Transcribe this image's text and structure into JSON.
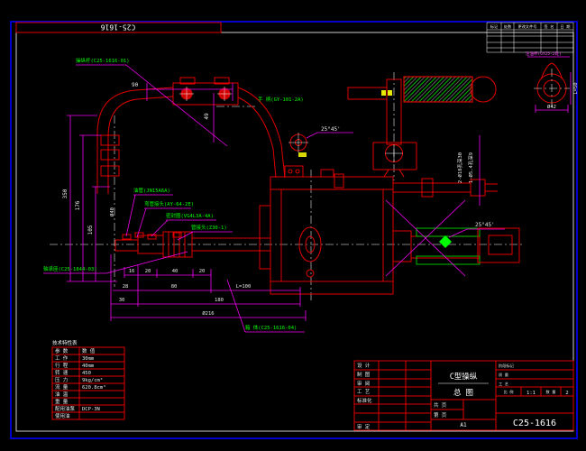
{
  "frame": {
    "corner_label": "C25-1616"
  },
  "revision_table": {
    "headers": [
      "标记",
      "处数",
      "更改文件号",
      "签 名",
      "日 期"
    ]
  },
  "detail_view": {
    "label": "注油杯(GY25-2处)",
    "dim_width": "Ø42",
    "dim_height": "L=50"
  },
  "callouts": {
    "lever": "操纵杆(C25-1616-01)",
    "handle": "手 柄(GY-101-2A)",
    "pipe": "油管(JN15A6A)",
    "elbow": "弯管接头(AY-64-2E)",
    "seal": "密封圈(VG4L3A-4A)",
    "joint": "管接头(Z30-1)",
    "bearing": "轴承座(C25-1844-03)",
    "housing": "箱 体(C25-1616-04)"
  },
  "annotations": {
    "angle_upper": "25°45'",
    "angle_right": "25°45'",
    "holes_a": "2-Ø18孔深30",
    "holes_b": "1-Ø5.4孔深9"
  },
  "dimensions": {
    "top_width": "90",
    "top_height": "49",
    "left_outer": "350",
    "left_mid": "176",
    "left_inner": "105",
    "shaft_dia": "Ø40",
    "chain_top": [
      "16",
      "20",
      "40",
      "20"
    ],
    "chain_mid": [
      "28",
      "80",
      "L=100"
    ],
    "chain_low": [
      "30",
      "180"
    ],
    "overall": "Ø216"
  },
  "param_table": {
    "title": "技术特性表",
    "rows": [
      [
        "参 数",
        "数 值"
      ],
      [
        "工 作",
        "30mm"
      ],
      [
        "行 程",
        "40mm"
      ],
      [
        "转 速",
        "450"
      ],
      [
        "压 力",
        "9kg/cm²"
      ],
      [
        "流 量",
        "620.8cm³"
      ],
      [
        "油 温",
        ""
      ],
      [
        "重 量",
        ""
      ],
      [
        "配用油泵",
        "DCP-3N"
      ],
      [
        "使用油",
        ""
      ]
    ]
  },
  "title_block": {
    "left_rows": [
      "设 计",
      "制 图",
      "审 阅",
      "工 艺",
      "标准化",
      "审 定"
    ],
    "title_line1": "C型操纵",
    "title_line2": "总 图",
    "pages_row1": "共 页",
    "pages_row2": "第 页",
    "sheet_size": "A1",
    "right_rows": [
      "阶段标记",
      "质 量",
      "工 艺"
    ],
    "scale_label": "比 例",
    "scale_value": "1:1",
    "qty_label": "数 量",
    "qty_value": "2",
    "drawing_no": "C25-1616"
  }
}
